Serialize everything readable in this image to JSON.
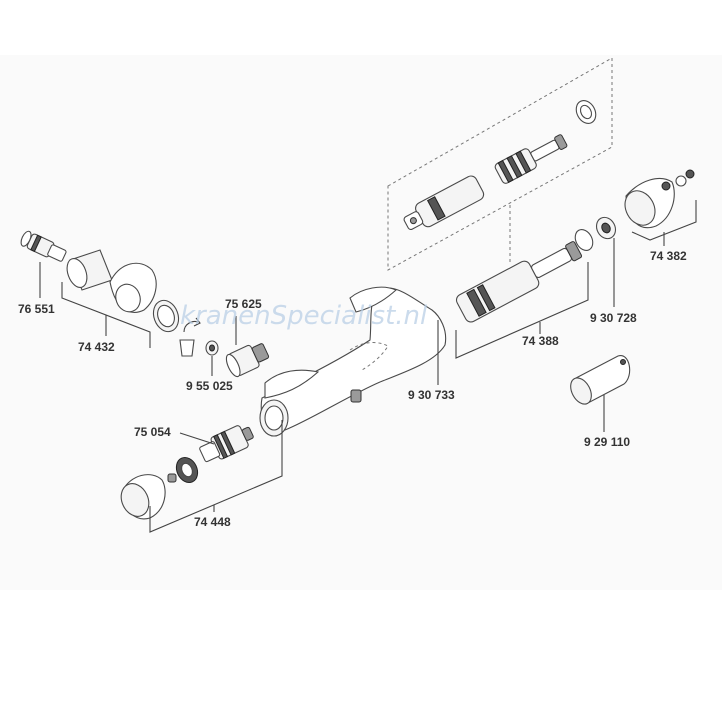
{
  "watermark": "kranenSpecialist.nl",
  "labels": {
    "p76551": "76 551",
    "p74432": "74 432",
    "p75625": "75 625",
    "p955025": "9 55 025",
    "p75054": "75 054",
    "p74448": "74 448",
    "p930733": "9 30 733",
    "p74388": "74 388",
    "p930728": "9 30 728",
    "p74382": "74 382",
    "p929110": "9 29 110"
  },
  "colors": {
    "line": "#444444",
    "watermark": "#b9cfe6",
    "label": "#333333"
  }
}
